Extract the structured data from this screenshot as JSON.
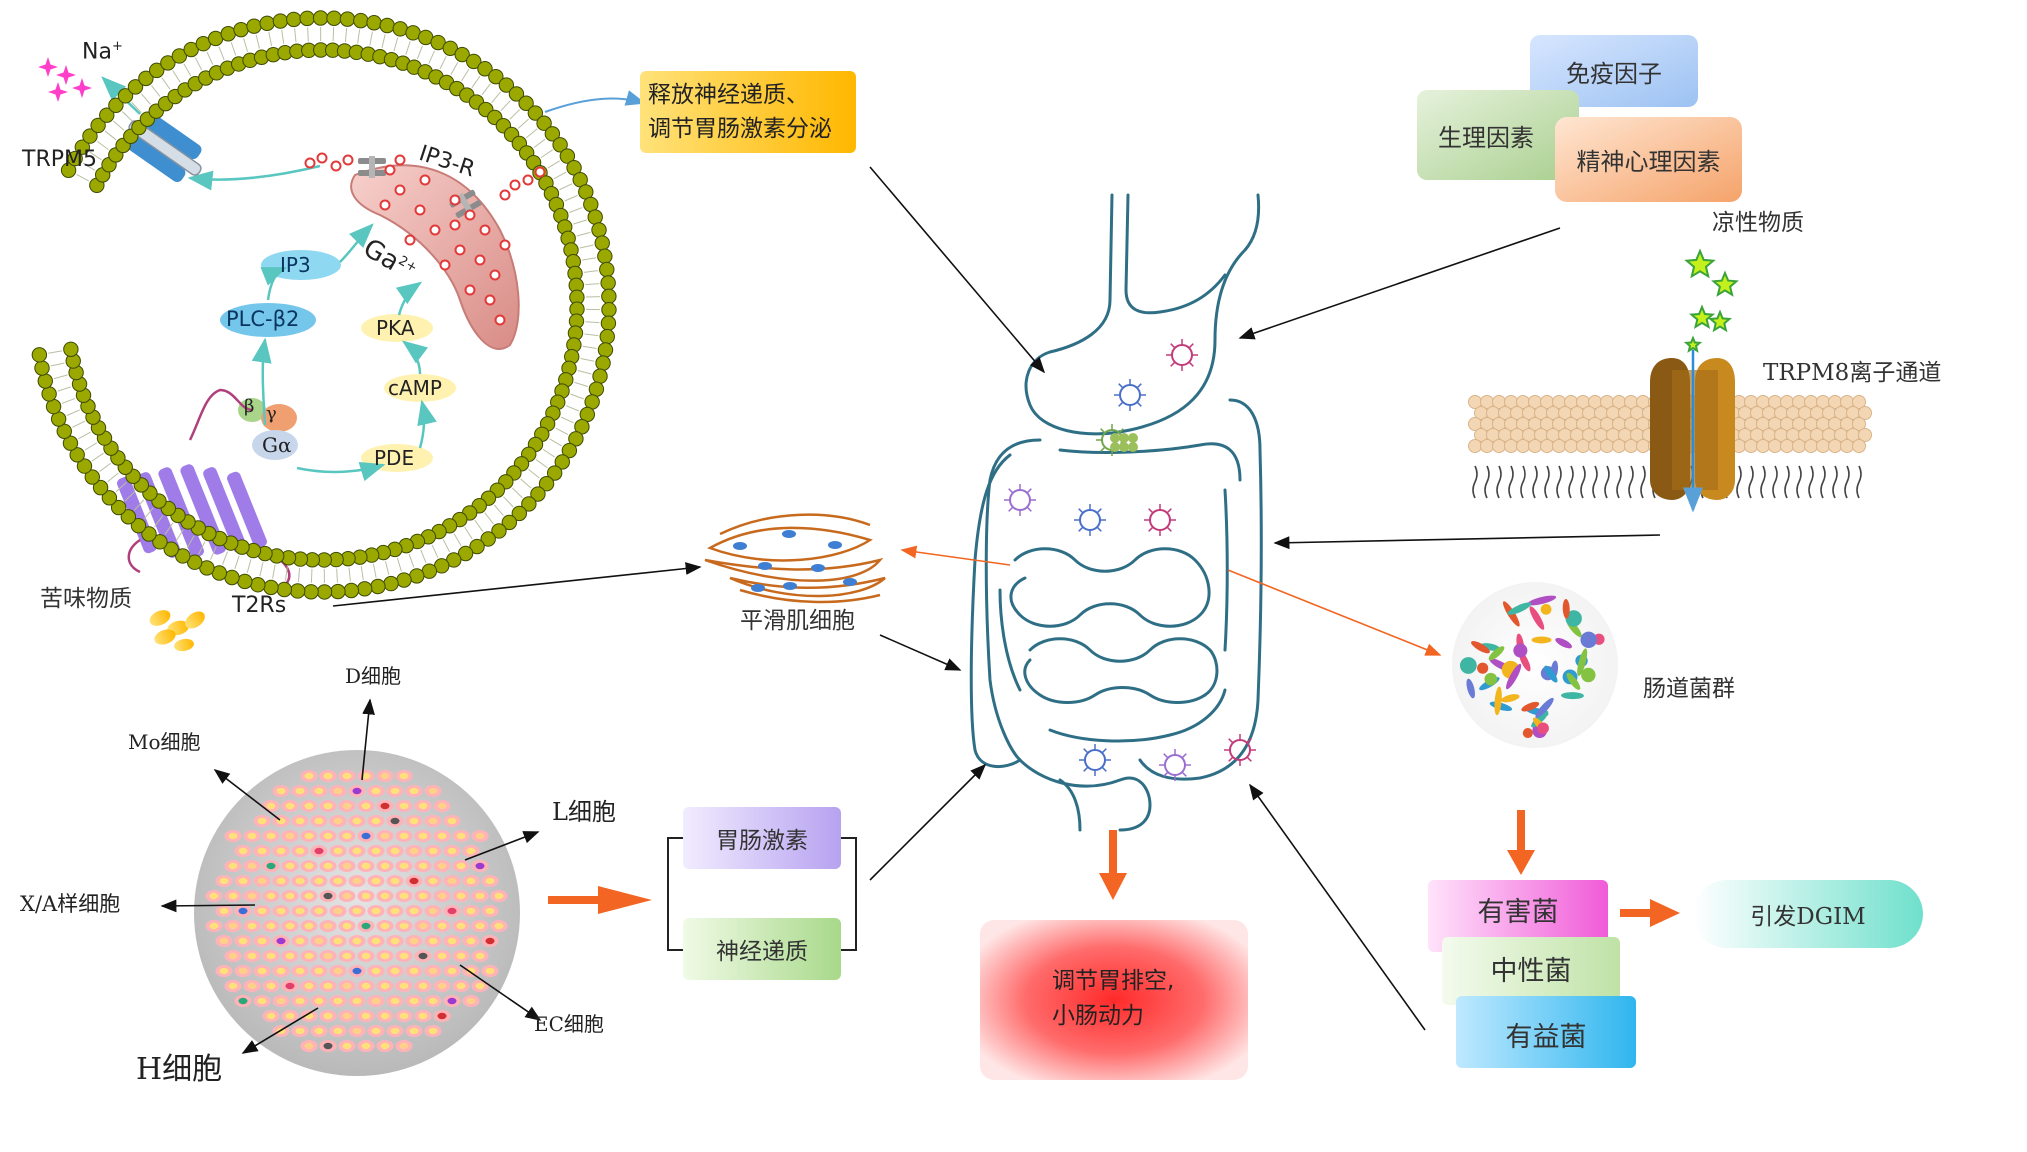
{
  "cell_diagram": {
    "na_label": "Na",
    "na_sup": "+",
    "trpm5": "TRPM5",
    "ip3r": "IP3-R",
    "ca_label": "Ga",
    "ca_sup": "2+",
    "ip3": "IP3",
    "plc": "PLC-β2",
    "pka": "PKA",
    "camp": "cAMP",
    "pde": "PDE",
    "beta": "β",
    "gamma": "γ",
    "galpha": "Gα",
    "t2rs": "T2Rs",
    "bitter": "苦味物质",
    "release_line1": "释放神经递质、",
    "release_line2": "调节胃肠激素分泌"
  },
  "smooth_muscle": "平滑肌细胞",
  "endocrine": {
    "d_cell": "D细胞",
    "mo_cell": "Mo细胞",
    "l_cell": "L细胞",
    "xa_cell": "X/A样细胞",
    "ec_cell": "EC细胞",
    "h_cell": "H细胞"
  },
  "bracket": {
    "hormone": "胃肠激素",
    "neuro": "神经递质"
  },
  "result": {
    "line1": "调节胃排空,",
    "line2": "小肠动力"
  },
  "factors": {
    "immune": "免疫因子",
    "physio": "生理因素",
    "psych": "精神心理因素"
  },
  "cold": {
    "substance": "凉性物质",
    "channel": "TRPM8离子通道"
  },
  "microbiota": {
    "title": "肠道菌群",
    "harmful": "有害菌",
    "neutral": "中性菌",
    "beneficial": "有益菌",
    "dgim": "引发DGIM"
  },
  "colors": {
    "membrane_dot": "#9aa800",
    "membrane_dark": "#3d4a00",
    "arrow_orange": "#f26522",
    "gut_line": "#2f6f86",
    "er_pink": "#e9a3a0",
    "receptor_purple": "#a07ce8"
  }
}
